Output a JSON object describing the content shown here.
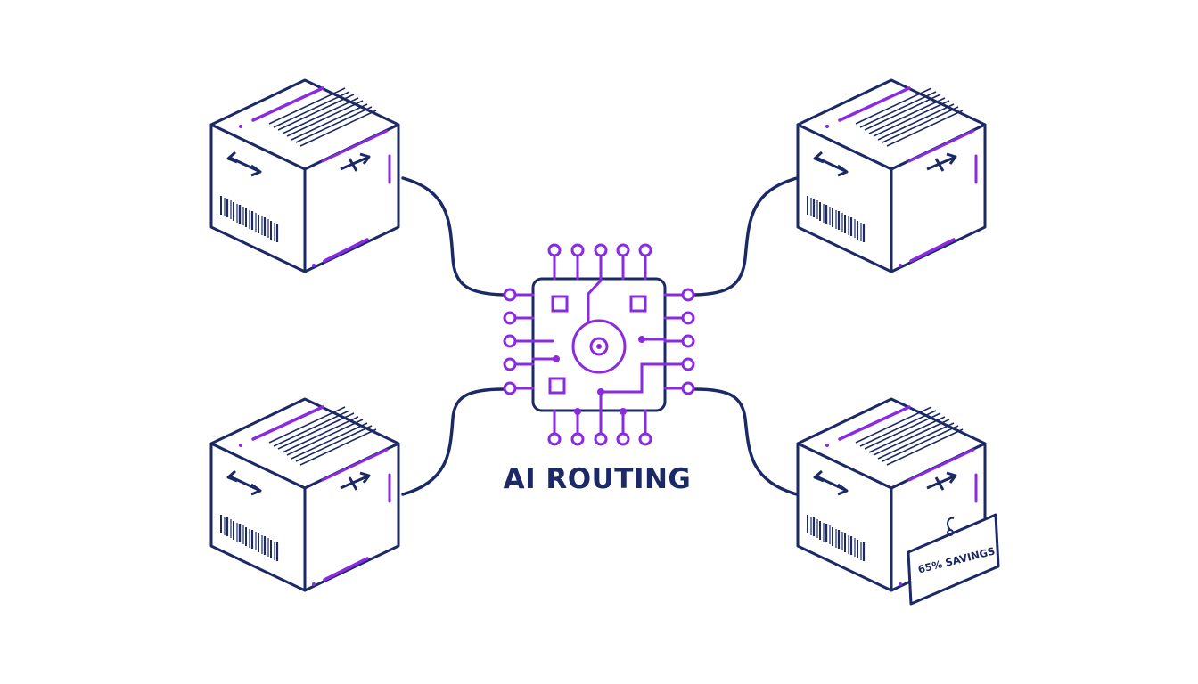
{
  "title": "AI ROUTING",
  "tag": {
    "label": "65% SAVINGS"
  },
  "colors": {
    "navy": "#1b2a66",
    "purple": "#8a2be2",
    "background": "#ffffff"
  },
  "boxes": [
    "package-top-left",
    "package-top-right",
    "package-bottom-left",
    "package-bottom-right"
  ],
  "icons": {
    "chip": "ai-processor-chip-icon",
    "box": "package-icon",
    "arrow": "double-arrow-icon",
    "barcode": "barcode-icon"
  }
}
